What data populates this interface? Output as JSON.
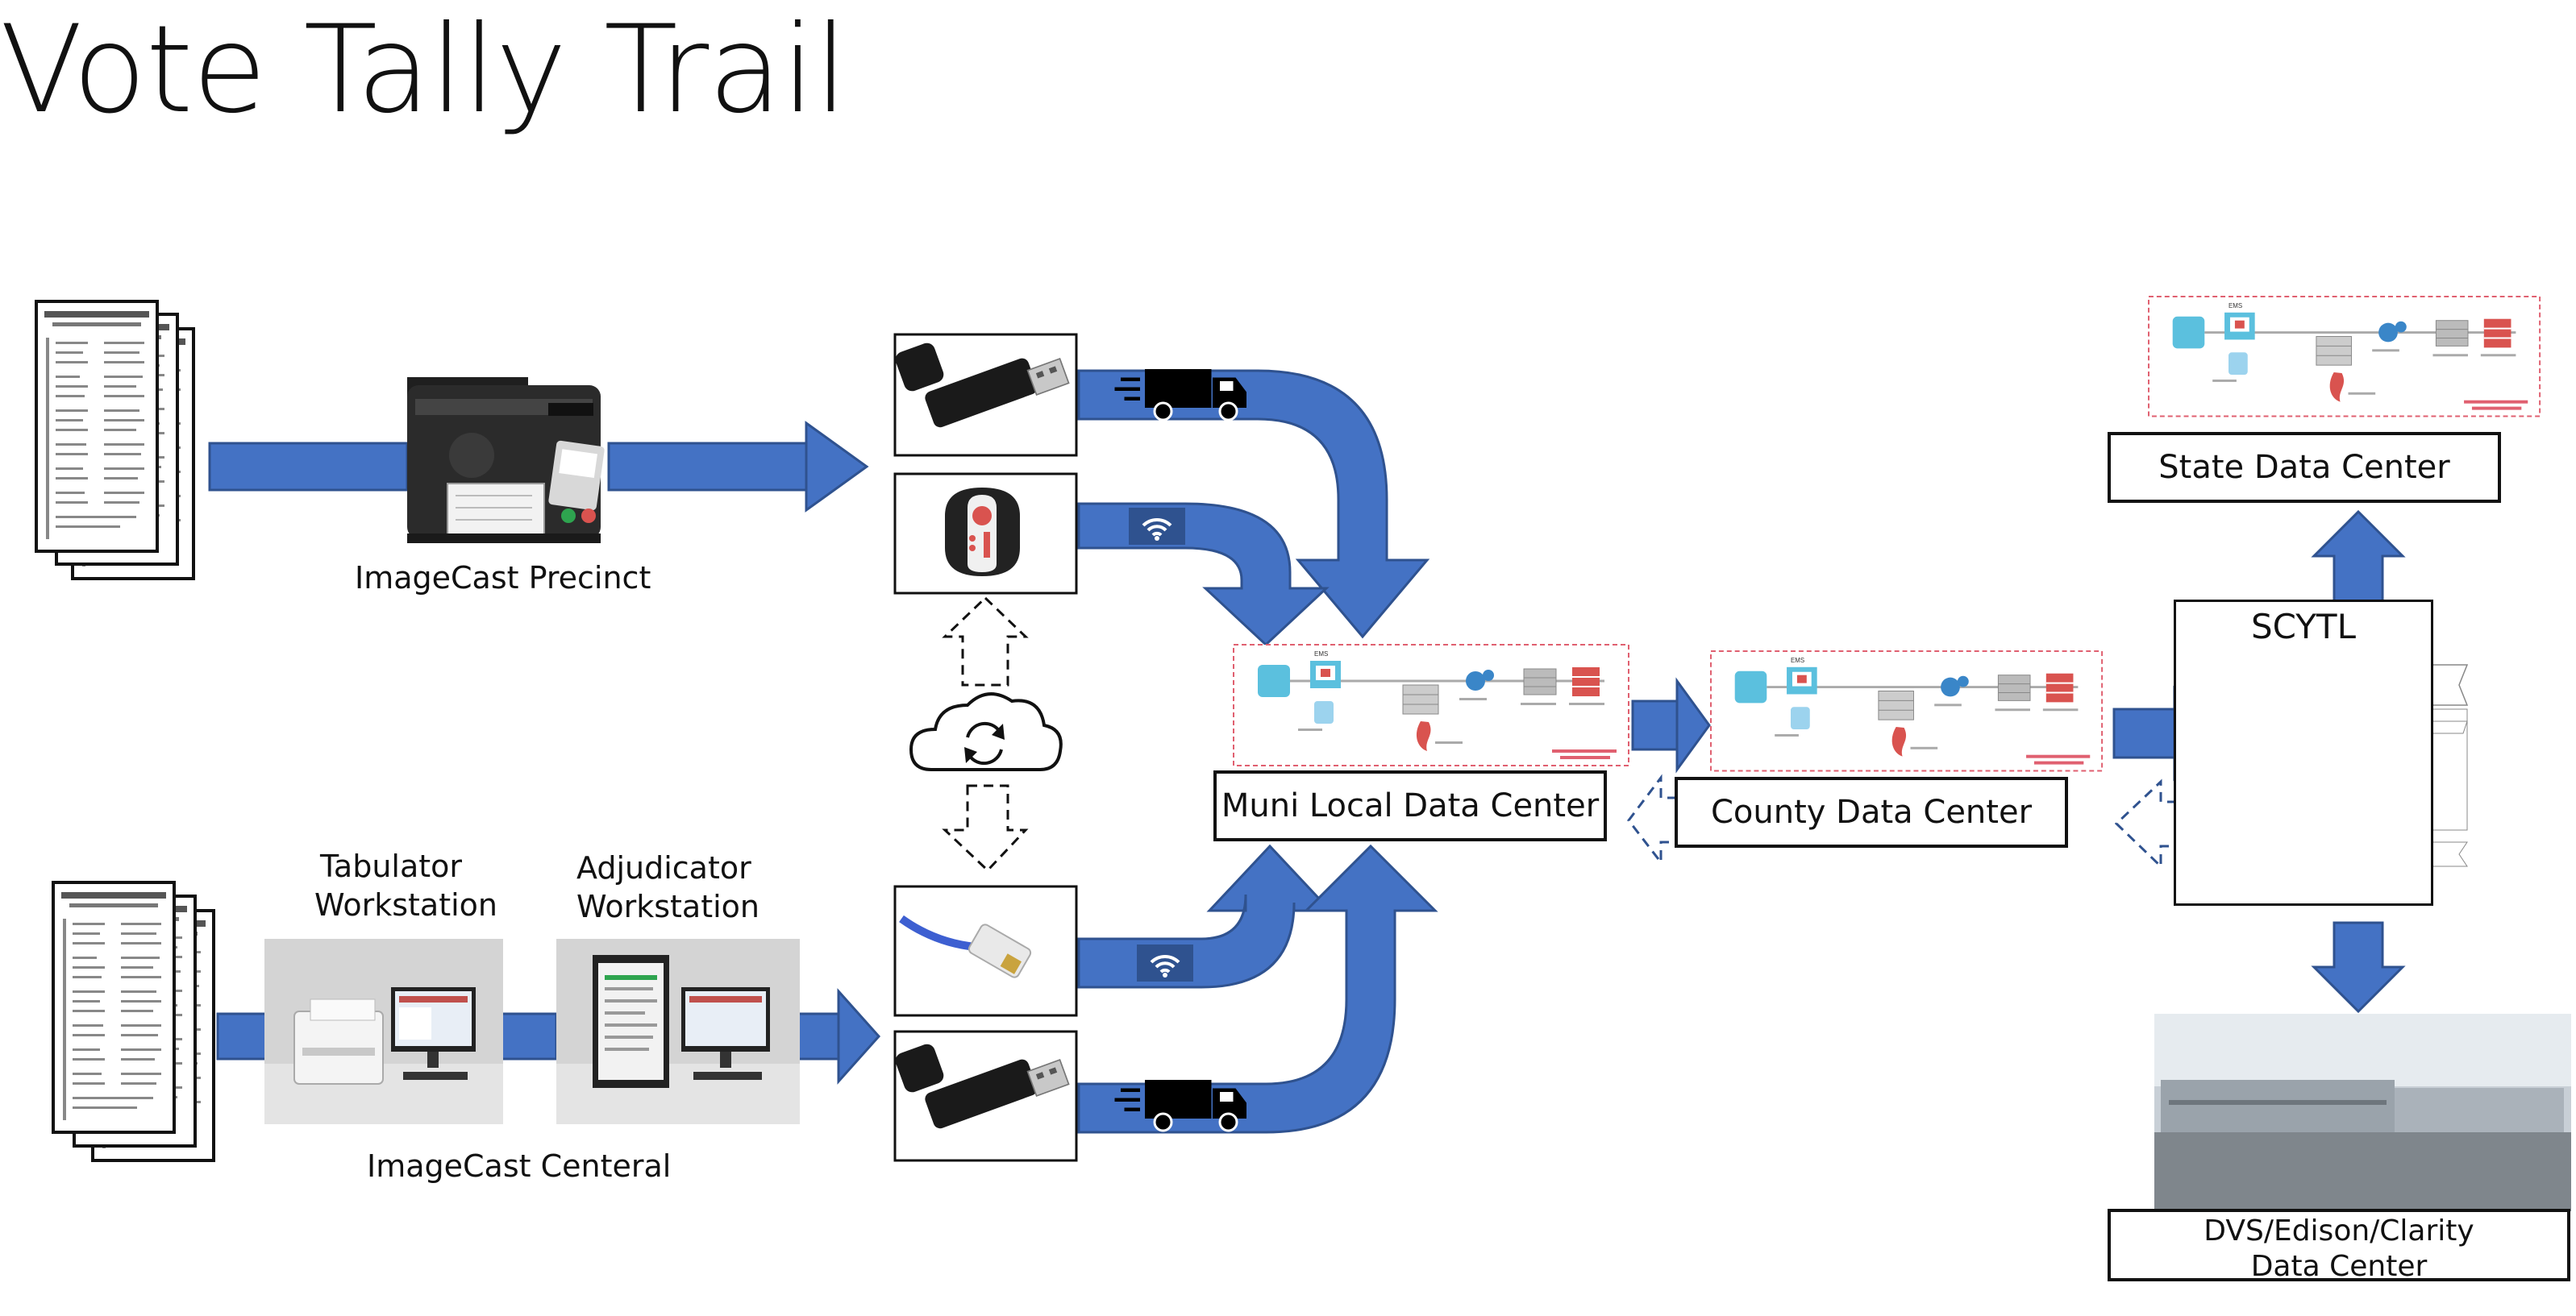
{
  "title": "Vote Tally Trail",
  "labels": {
    "imagecast_precinct": "ImageCast Precinct",
    "imagecast_central": "ImageCast Centeral",
    "tabulator": "Tabulator\nWorkstation",
    "adjudicator": "Adjudicator\nWorkstation"
  },
  "boxes": {
    "muni": "Muni Local Data Center",
    "county": "County Data Center",
    "state": "State Data Center",
    "scytl_title": "SCYTL",
    "dvs": "DVS/Edison/Clarity\nData Center"
  },
  "colors": {
    "arrow_blue": "#4472C4",
    "arrow_outline": "#2F528F",
    "dashed_red": "#E06070",
    "scanner_dark": "#2b2b2b",
    "usb_black": "#1a1a1a",
    "truck_black": "#000000"
  },
  "icons": [
    "truck-icon",
    "wifi-icon",
    "cloud-sync-icon",
    "usb-drive-icon",
    "cellular-modem-icon",
    "ethernet-cable-icon",
    "ballot-icon",
    "gear-icon"
  ]
}
